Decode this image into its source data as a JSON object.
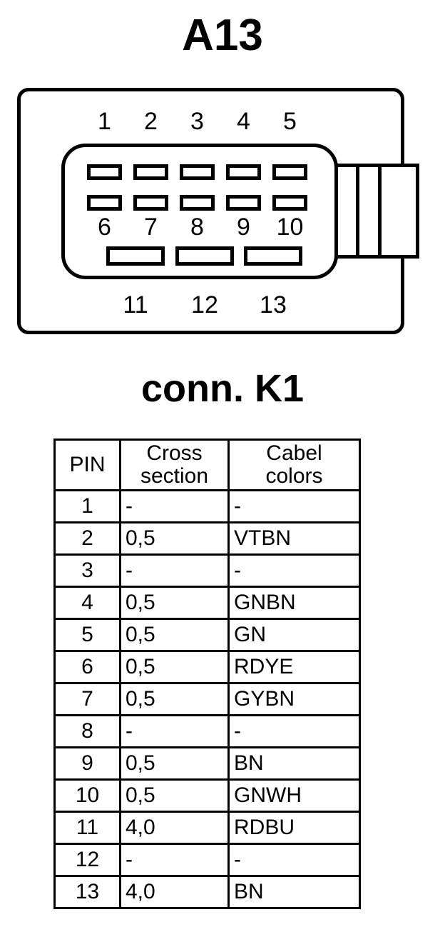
{
  "title": "A13",
  "subtitle": "conn. K1",
  "connector": {
    "top_pin_labels": [
      "1",
      "2",
      "3",
      "4",
      "5"
    ],
    "middle_pin_labels": [
      "6",
      "7",
      "8",
      "9",
      "10"
    ],
    "bottom_pin_labels": [
      "11",
      "12",
      "13"
    ]
  },
  "table": {
    "headers": [
      "PIN",
      "Cross section",
      "Cabel colors"
    ],
    "header_lines": {
      "pin": "PIN",
      "cross_section_line1": "Cross",
      "cross_section_line2": "section",
      "cabel_colors_line1": "Cabel",
      "cabel_colors_line2": "colors"
    },
    "rows": [
      {
        "pin": "1",
        "cross_section": "-",
        "cabel_color": "-"
      },
      {
        "pin": "2",
        "cross_section": "0,5",
        "cabel_color": "VTBN"
      },
      {
        "pin": "3",
        "cross_section": "-",
        "cabel_color": "-"
      },
      {
        "pin": "4",
        "cross_section": "0,5",
        "cabel_color": "GNBN"
      },
      {
        "pin": "5",
        "cross_section": "0,5",
        "cabel_color": "GN"
      },
      {
        "pin": "6",
        "cross_section": "0,5",
        "cabel_color": "RDYE"
      },
      {
        "pin": "7",
        "cross_section": "0,5",
        "cabel_color": "GYBN"
      },
      {
        "pin": "8",
        "cross_section": "-",
        "cabel_color": "-"
      },
      {
        "pin": "9",
        "cross_section": "0,5",
        "cabel_color": "BN"
      },
      {
        "pin": "10",
        "cross_section": "0,5",
        "cabel_color": "GNWH"
      },
      {
        "pin": "11",
        "cross_section": "4,0",
        "cabel_color": "RDBU"
      },
      {
        "pin": "12",
        "cross_section": "-",
        "cabel_color": "-"
      },
      {
        "pin": "13",
        "cross_section": "4,0",
        "cabel_color": "BN"
      }
    ]
  },
  "colors": {
    "ink": "#000000",
    "paper": "#ffffff"
  }
}
